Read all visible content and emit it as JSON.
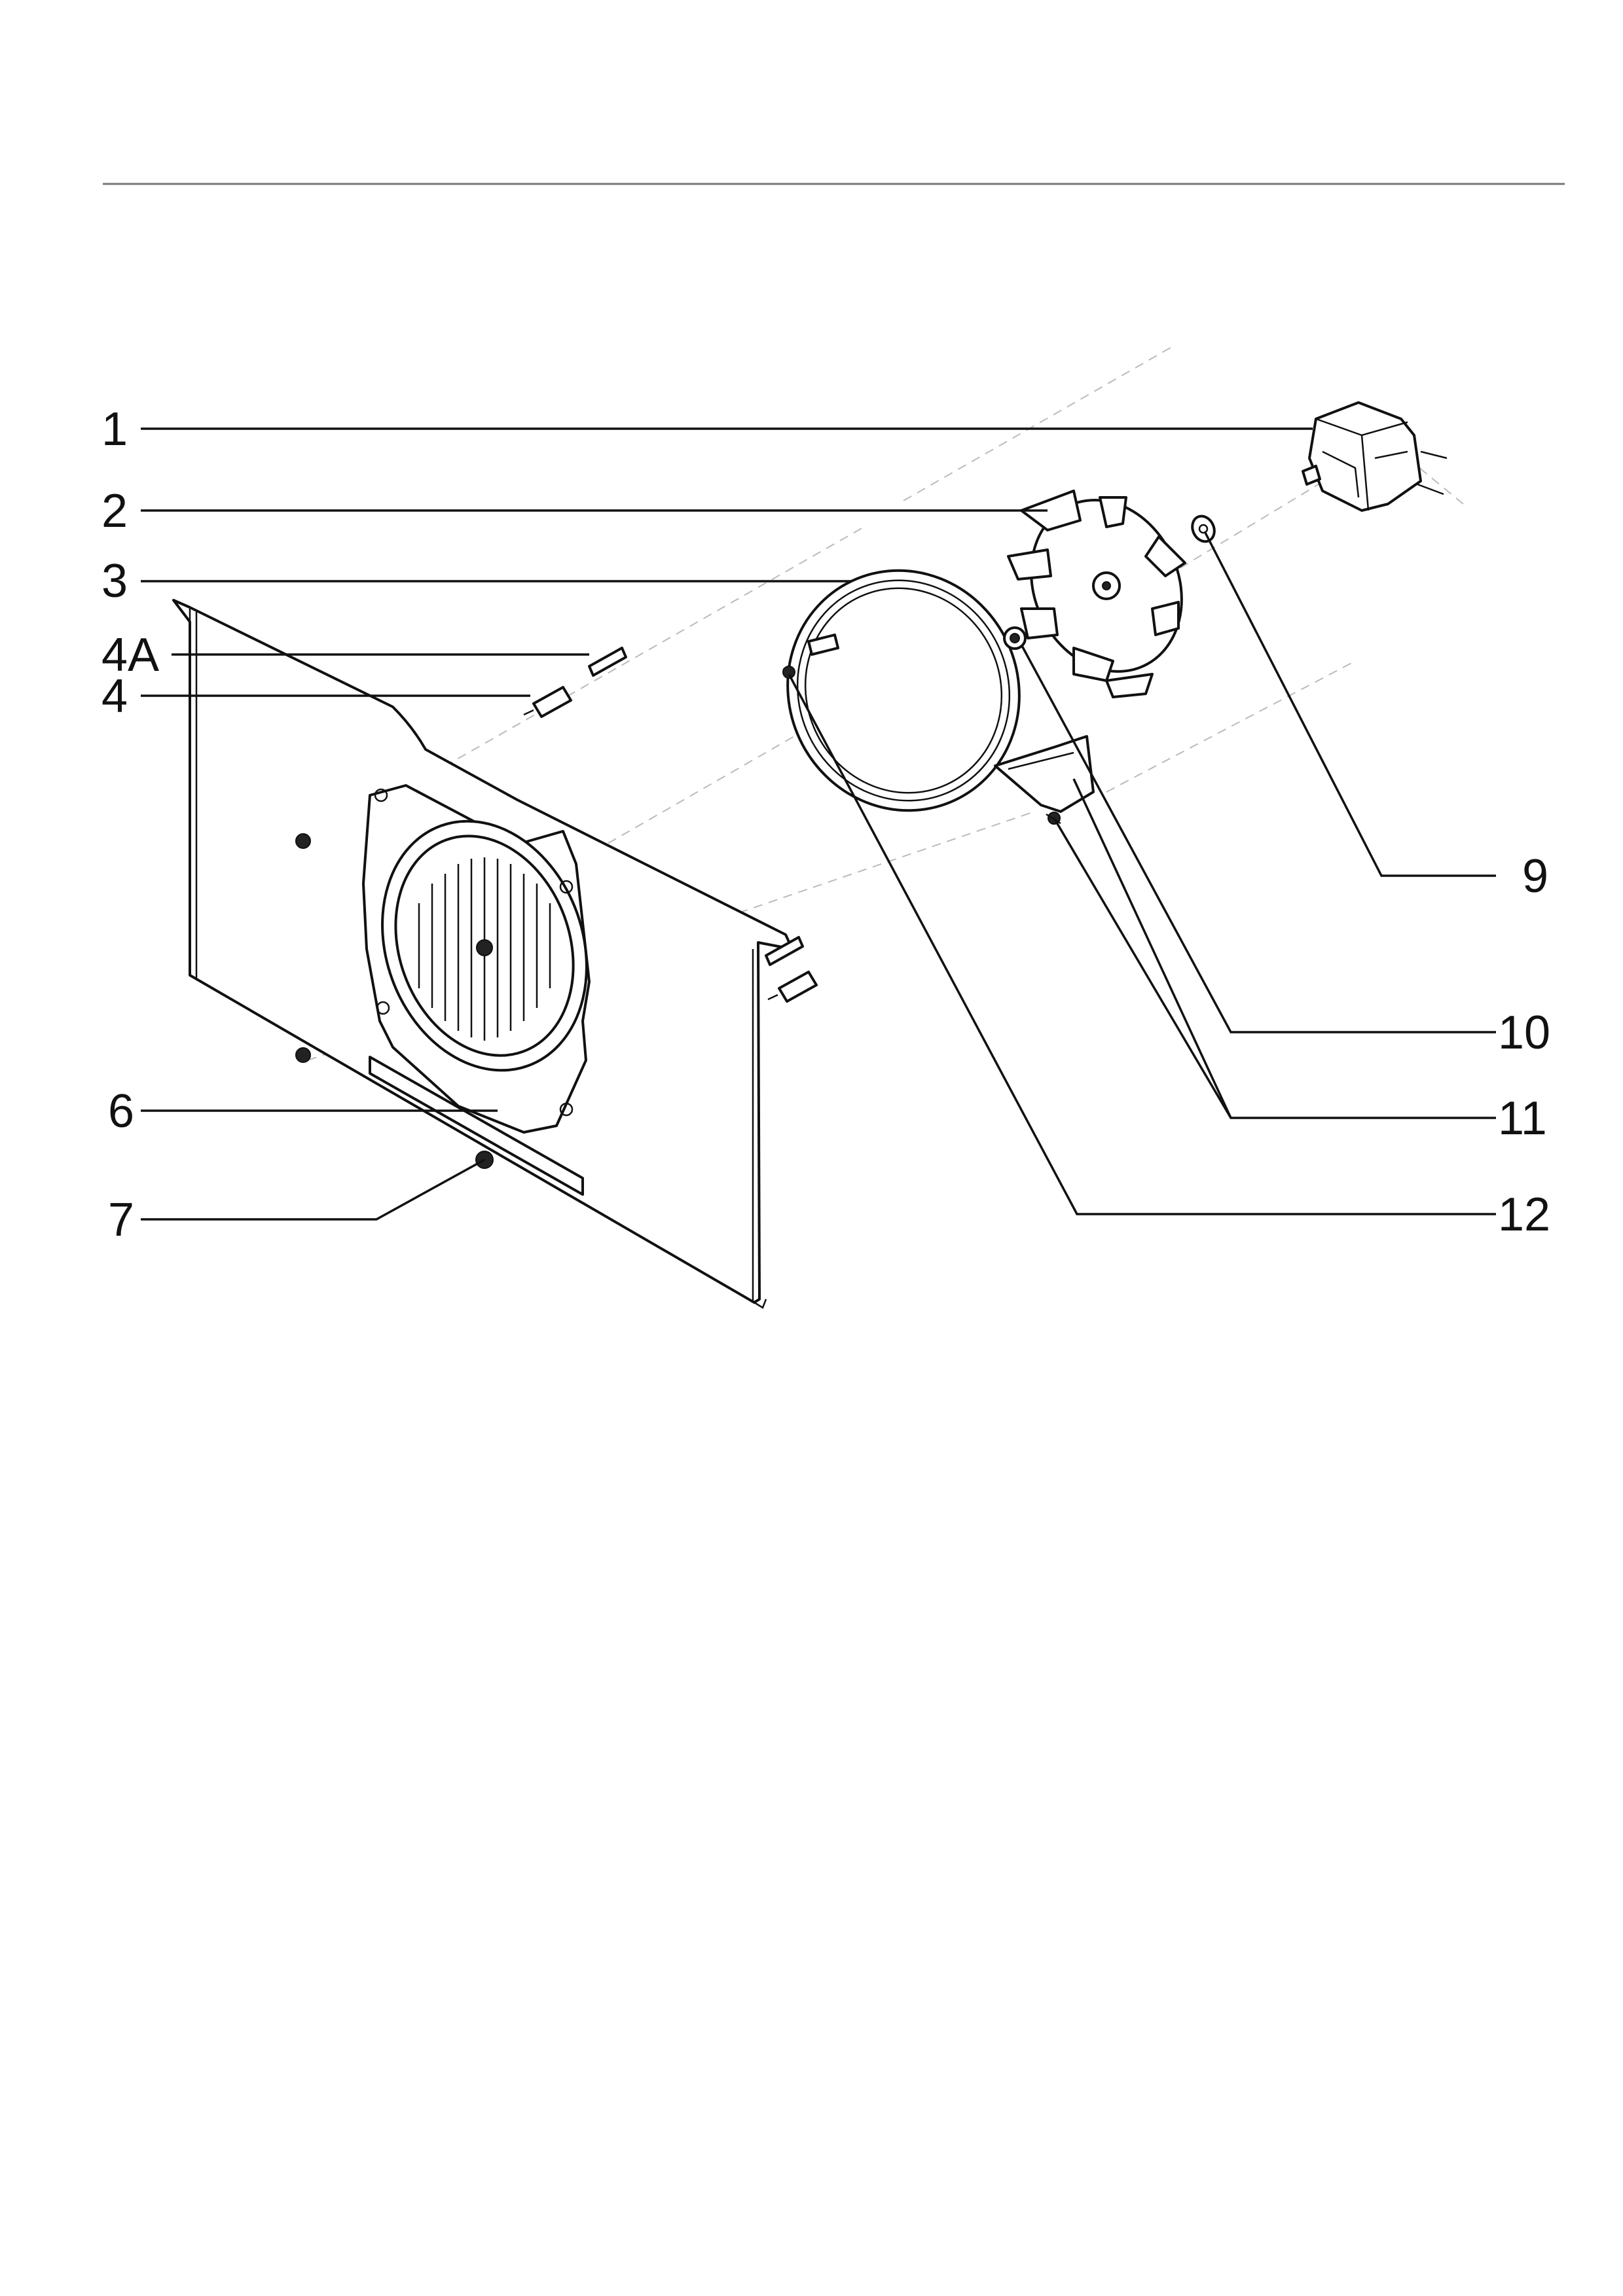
{
  "callouts": {
    "c1": "1",
    "c2": "2",
    "c3": "3",
    "c4a": "4A",
    "c4": "4",
    "c6": "6",
    "c7": "7",
    "c9": "9",
    "c10": "10",
    "c11": "11",
    "c12": "12"
  },
  "colors": {
    "line": "#111111",
    "background": "#ffffff",
    "guide": "#bbbbbb"
  }
}
